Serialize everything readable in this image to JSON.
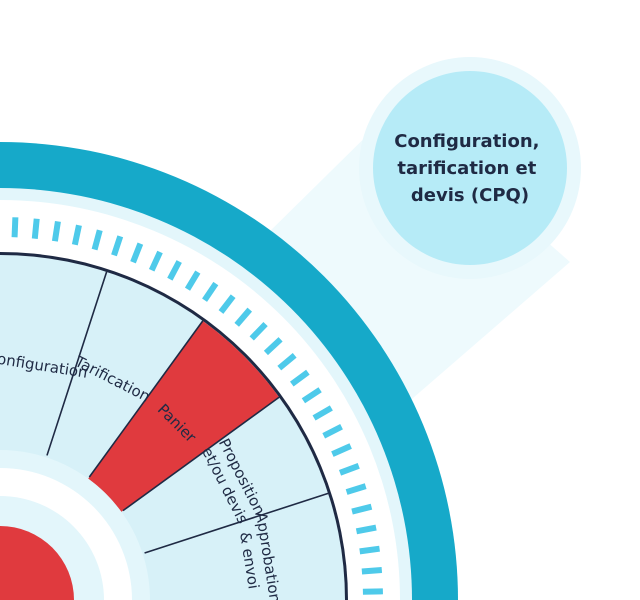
{
  "callout": {
    "lines": [
      "Configuration,",
      "tarification et",
      "devis (CPQ)"
    ]
  },
  "segments": [
    {
      "id": "configuration",
      "lines": [
        "Configuration"
      ],
      "highlighted": false
    },
    {
      "id": "tarification",
      "lines": [
        "Tarification"
      ],
      "highlighted": false
    },
    {
      "id": "panier",
      "lines": [
        "Panier"
      ],
      "highlighted": true
    },
    {
      "id": "proposition",
      "lines": [
        "Proposition",
        "et/ou devis"
      ],
      "highlighted": false
    },
    {
      "id": "approbation",
      "lines": [
        "Approbation",
        "& envoi"
      ],
      "highlighted": false
    }
  ],
  "colors": {
    "outer_ring": "#16a9c9",
    "light_band": "#e3f6fb",
    "dash": "#4ecaea",
    "segment_fill": "#d7f1f8",
    "highlight": "#e03a3e",
    "divider": "#1f2a44",
    "callout_circle": "#b6ebf7",
    "callout_halo": "#e8f8fc",
    "beam": "#eefafd",
    "core": "#e03a3e",
    "text_dark": "#1f2a44",
    "text_light": "#ffffff"
  }
}
